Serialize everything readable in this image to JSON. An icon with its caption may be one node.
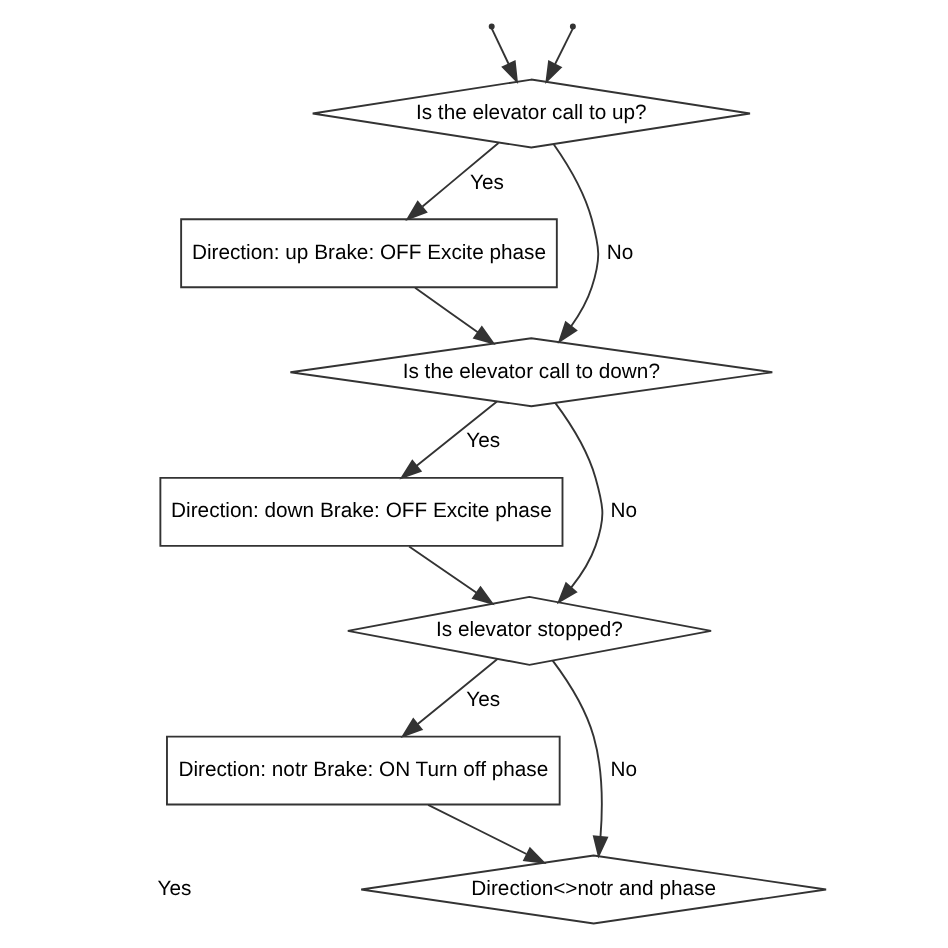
{
  "diagram": {
    "nodes": [
      {
        "text": [
          "Is the elevator call to up?"
        ]
      },
      {
        "text": [
          "Direction: up Brake: OFF Excite phase"
        ]
      },
      {
        "text": [
          "Is the elevator call to down?"
        ]
      },
      {
        "text": [
          "Direction: down Brake: OFF Excite phase"
        ]
      },
      {
        "text": [
          "Is elevator stopped?"
        ]
      },
      {
        "text": [
          "Direction: notr Brake: ON Turn off phase"
        ]
      },
      {
        "text": [
          "Direction<>notr and phase"
        ]
      }
    ],
    "edges": [
      {
        "from": null,
        "to": 0,
        "arrow": "to"
      },
      {
        "from": null,
        "to": 0,
        "arrow": "to"
      },
      {
        "from": 0,
        "to": 1,
        "arrow": "to",
        "label": "Yes"
      },
      {
        "from": 0,
        "to": 2,
        "arrow": "to",
        "label": "No"
      },
      {
        "from": 1,
        "to": 2,
        "arrow": "to"
      },
      {
        "from": 2,
        "to": 3,
        "arrow": "to",
        "label": "Yes"
      },
      {
        "from": 2,
        "to": 4,
        "arrow": "to",
        "label": "No"
      },
      {
        "from": 3,
        "to": 4,
        "arrow": "to"
      },
      {
        "from": 4,
        "to": 5,
        "arrow": "to",
        "label": "Yes"
      },
      {
        "from": 4,
        "to": 6,
        "arrow": "to",
        "label": "No"
      },
      {
        "from": 5,
        "to": 6,
        "arrow": "to"
      }
    ],
    "labels": [
      "Yes"
    ]
  }
}
